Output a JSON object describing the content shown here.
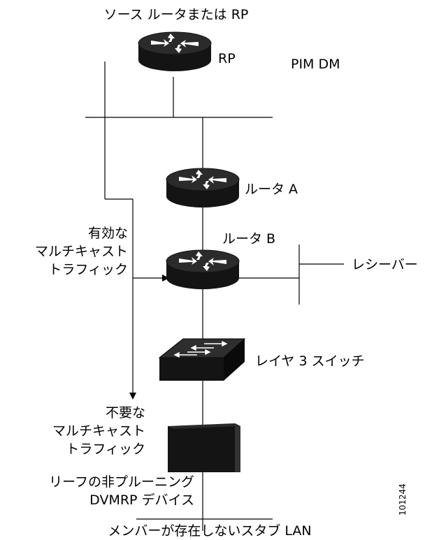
{
  "diagram": {
    "title": "ソース ルータまたは RP",
    "rp_label": "RP",
    "mode_label": "PIM DM",
    "router_a_label": "ルータ A",
    "router_b_label": "ルータ B",
    "receiver_label": "レシーバー",
    "l3_switch_label": "レイヤ 3 スイッチ",
    "valid_traffic": [
      "有効な",
      "マルチキャスト",
      "トラフィック"
    ],
    "unneeded_traffic": [
      "不要な",
      "マルチキャスト",
      "トラフィック"
    ],
    "leaf_device": [
      "リーフの非プルーニング",
      "DVMRP デバイス"
    ],
    "stub_lan_label": "メンバーが存在しないスタブ LAN",
    "figure_id": "101244"
  },
  "colors": {
    "stroke": "#000000",
    "device_dark": "#141414",
    "device_top": "#2a2a2a",
    "background": "#ffffff"
  },
  "icons": [
    "router-icon",
    "layer3-switch-icon",
    "dvmrp-device-icon"
  ]
}
